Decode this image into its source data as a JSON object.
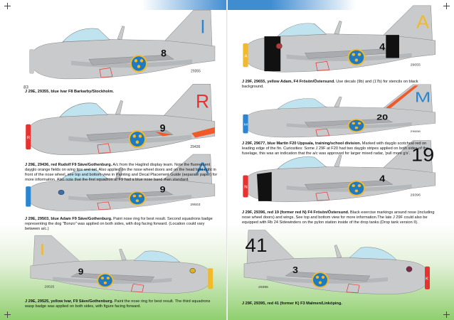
{
  "colors": {
    "fuselage": "#c9cacc",
    "panel": "#a9abae",
    "canopy": "#bfe3ef",
    "roundel_blue": "#1f7ac0",
    "roundel_yellow": "#f2b92b",
    "red": "#e8322f",
    "blue": "#2a86d0",
    "yellow": "#f2b92b",
    "black": "#111111",
    "dayglo": "#f05a28"
  },
  "profiles": [
    {
      "tail_code": "I",
      "code_color": "#2a86d0",
      "number": "8",
      "serial": "29355",
      "nose": "#c9cacc",
      "flip": false,
      "badge": null,
      "bands": false,
      "caption_title": "J 29E, 29355, blue Ivar F8 Barkarby/Stockholm.",
      "caption_text": ""
    },
    {
      "tail_code": "R",
      "code_color": "#e8322f",
      "number": "9",
      "serial": "29436",
      "nose": "#e8322f",
      "flip": false,
      "badge": null,
      "bands": false,
      "dayglo": true,
      "nose_code": "R",
      "callout": "83",
      "caption_title": "J 29E, 29436, red Rudolf F9 Säve/Gothenburg.",
      "caption_text": " A/c from the Haglind display team. Note the fluorescent dayglo orange fields on wing tips and tail. Also applied on the nose wheel doors and on the head light right in front of the nose wheel, see top and bottom view in Painting and Decal Placement Guide (separate paper) for more information. Also note that the first squadron at F9 had a blue nose band than standard."
    },
    {
      "tail_code": "A",
      "code_color": "#2a86d0",
      "number": "9",
      "serial": "29503",
      "nose": "#2a86d0",
      "flip": false,
      "badge": "dog",
      "bands": false,
      "caption_title": "J 29E, 29503, blue Adam F9 Säve/Gothenburg.",
      "caption_text": " Paint nose ring for best result. Second squadrons badge representing the dog \"Bonzo\" was applied on both sides, with dog facing forward. (Location could vary between a/c.)"
    },
    {
      "tail_code": "I",
      "code_color": "#f2b92b",
      "number": "9",
      "serial": "29525",
      "nose": "#f2b92b",
      "flip": true,
      "badge": "wasp",
      "bands": false,
      "caption_title": "J 29E, 29525, yellow Ivar, F9 Säve/Gothenburg.",
      "caption_text": " Paint the nose ring for best result. The third squadrons wasp badge was applied on both sides, with figure facing forward."
    },
    {
      "tail_code": "A",
      "code_color": "#f2b92b",
      "number": "4",
      "serial": "29655",
      "nose": "#f2b92b",
      "flip": false,
      "badge": "crest",
      "bands": true,
      "nose_code": "A",
      "caption_title": "J 29F, 29655, yellow Adam, F4 Frösön/Östersund.",
      "caption_text": " Use decals (9b) and (17b) for stencils on black background."
    },
    {
      "tail_code": "M",
      "code_color": "#2a86d0",
      "number": "20",
      "serial": "29656",
      "nose": "#2a86d0",
      "flip": false,
      "badge": null,
      "bands": false,
      "fin_stripe": true,
      "nose_code": "M",
      "caption_title": "J 29F, 29677, blue Martin F20 Uppsala, training/school division.",
      "caption_text": " Marked with dayglo scotchcal red on leading edge of the fin. Curiosities: Some J 29F at F20 had two dayglo stripes applied on both sides of the fuselage, this was an indication that the a/c was approved for larger mixed radar, 'pull more g's'."
    },
    {
      "tail_code": "19",
      "code_color": "#111111",
      "number": "4",
      "serial": "29396",
      "nose": "#e8322f",
      "flip": false,
      "badge": null,
      "bands": false,
      "exercise": true,
      "nose_code": "N",
      "caption_title": "J 29F, 29396, red 19 (former red N) F4 Frösön/Östersund.",
      "caption_text": " Black exercise markings around nose (including nose wheel doors) and wings. See top and bottom view for more information.The late J 29F could also be equipped with Rb 24 Sidewinders on the pylon station inside of the drop tanks (Drop tank version II)."
    },
    {
      "tail_code": "41",
      "code_color": "#111111",
      "number": "3",
      "serial": "29395",
      "nose": "#e8322f",
      "flip": true,
      "badge": "shield",
      "bands": false,
      "nose_code": "K",
      "caption_title": "J 29F, 29395, red 41 (former K) F3 Malmen/Linköping.",
      "caption_text": ""
    }
  ]
}
